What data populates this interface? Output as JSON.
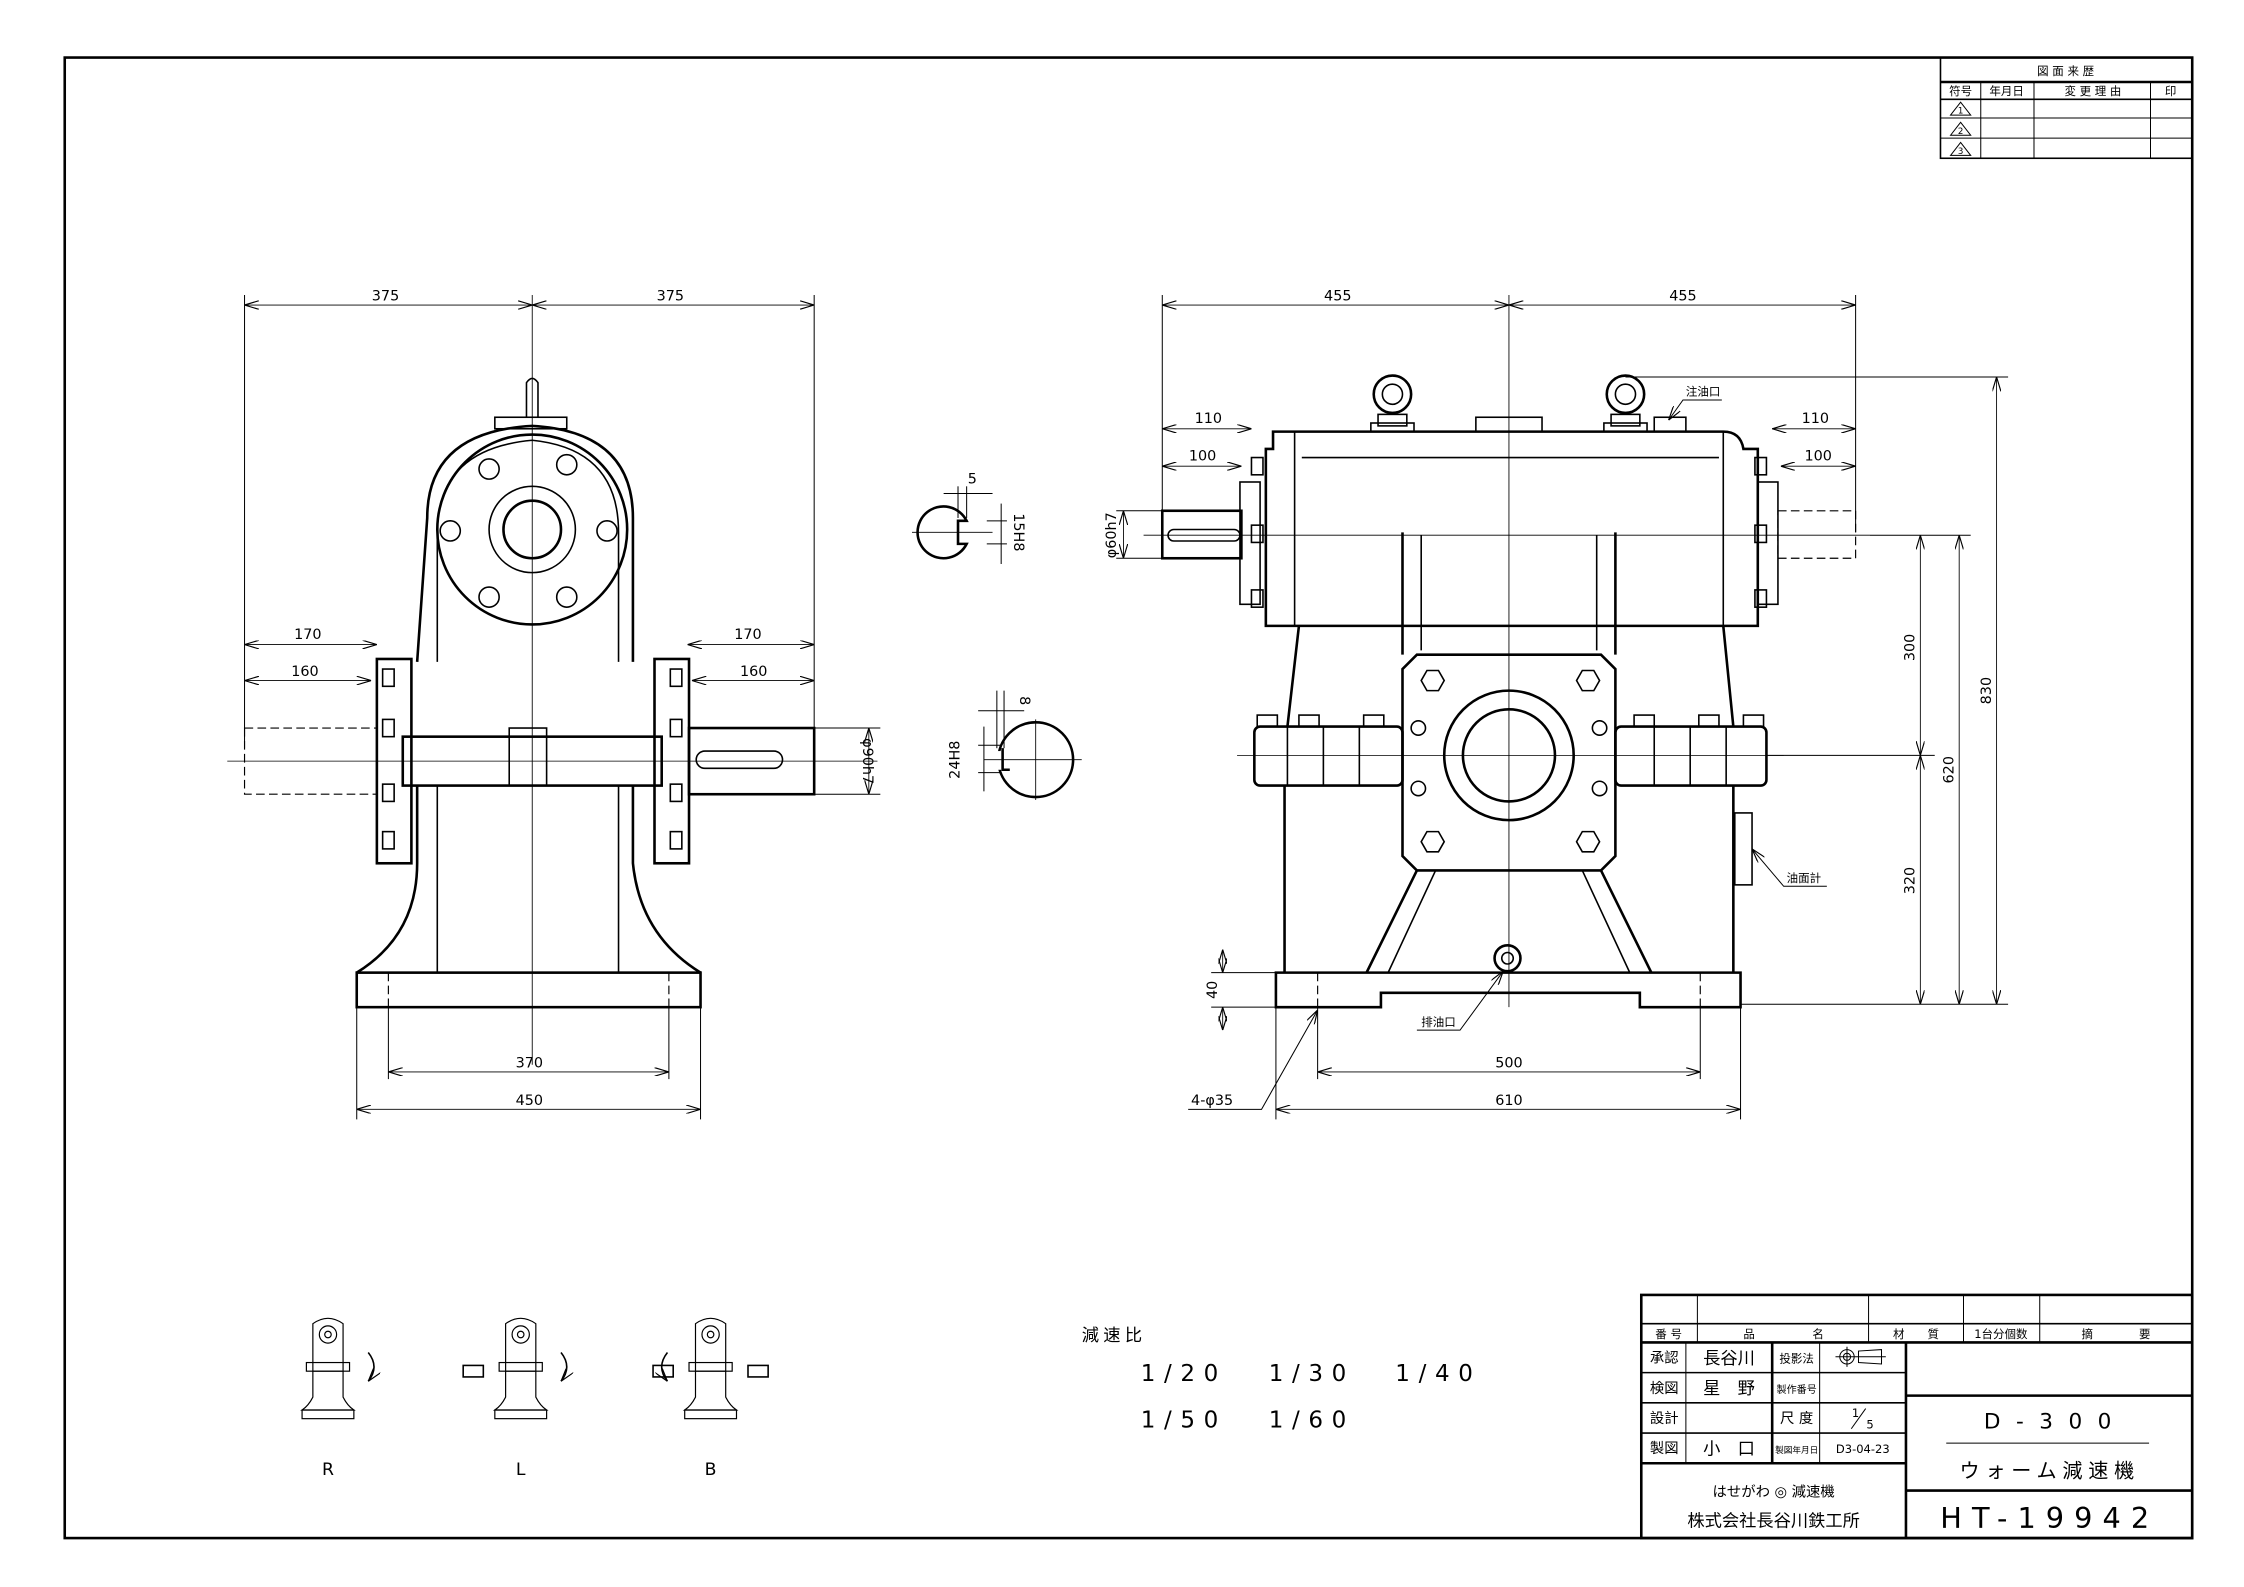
{
  "revision_table": {
    "title": "図 面 来 歴",
    "headers": [
      "符号",
      "年月日",
      "変 更 理 由",
      "印"
    ],
    "symbols": [
      "1",
      "2",
      "3"
    ]
  },
  "side_view": {
    "dims": {
      "half_left": "375",
      "half_right": "375",
      "shaft_left_outer": "170",
      "shaft_left_inner": "160",
      "shaft_right_outer": "170",
      "shaft_right_inner": "160",
      "shaft_dia": "φ90h7",
      "bolt_pitch": "370",
      "base_width": "450"
    }
  },
  "keyways": {
    "small": {
      "width": "5",
      "depth": "15H8"
    },
    "large": {
      "width": "8",
      "depth": "24H8"
    }
  },
  "front_view": {
    "dims": {
      "half_left": "455",
      "half_right": "455",
      "shaft_left_outer": "110",
      "shaft_left_inner": "100",
      "shaft_right_outer": "110",
      "shaft_right_inner": "100",
      "shaft_dia": "φ60h7",
      "upper_height": "300",
      "lower_height": "320",
      "center_height": "620",
      "total_height": "830",
      "base_thickness": "40",
      "bolt_pitch": "500",
      "base_length": "610",
      "holes": "4-φ35"
    },
    "labels": {
      "oil_inlet": "注油口",
      "oil_gauge": "油面計",
      "oil_drain": "排油口"
    }
  },
  "reduction": {
    "title": "減速比",
    "ratios": [
      "1/20",
      "1/30",
      "1/40",
      "1/50",
      "1/60"
    ]
  },
  "arrangements": [
    "R",
    "L",
    "B"
  ],
  "title_block": {
    "headers": {
      "number": "番 号",
      "name": "品　　　　　名",
      "material": "材　　質",
      "qty": "1台分個数",
      "remarks": "摘　　　　要"
    },
    "approved_label": "承認",
    "approved": "長谷川",
    "checked_label": "検図",
    "checked": "星　野",
    "designed_label": "設計",
    "designed": "",
    "drawn_label": "製図",
    "drawn": "小　口",
    "projection_label": "投影法",
    "job_no_label": "製作番号",
    "job_no": "",
    "scale_label": "尺 度",
    "scale_num": "1",
    "scale_den": "5",
    "date_label": "製図年月日",
    "date": "D3-04-23",
    "company_line1": "はせがわ ◎ 減速機",
    "company_line2": "株式会社長谷川鉄工所",
    "model": "D - 3 0 0",
    "product_name": "ウォーム減速機",
    "drawing_no": "HT-19942"
  }
}
